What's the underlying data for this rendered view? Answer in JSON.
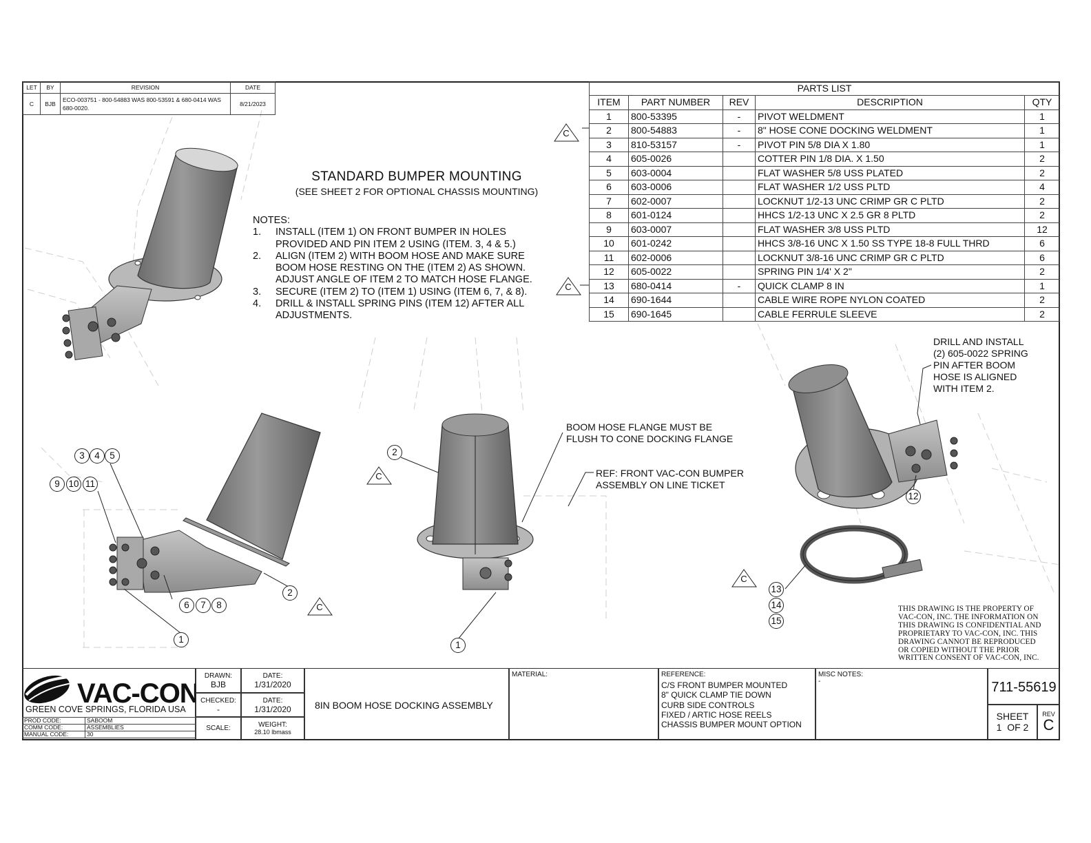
{
  "revision_block": {
    "headers": [
      "LET",
      "BY",
      "REVISION",
      "DATE"
    ],
    "rows": [
      {
        "let": "C",
        "by": "BJB",
        "revision": "ECO-003751 - 800-54883 WAS 800-53591 & 680-0414 WAS 680-0020.",
        "date": "8/21/2023"
      }
    ]
  },
  "parts_list": {
    "title": "PARTS LIST",
    "headers": [
      "ITEM",
      "PART NUMBER",
      "REV",
      "DESCRIPTION",
      "QTY"
    ],
    "rows": [
      {
        "item": "1",
        "part": "800-53395",
        "rev": "-",
        "desc": "PIVOT WELDMENT",
        "qty": "1"
      },
      {
        "item": "2",
        "part": "800-54883",
        "rev": "-",
        "desc": "8\" HOSE CONE DOCKING WELDMENT",
        "qty": "1"
      },
      {
        "item": "3",
        "part": "810-53157",
        "rev": "-",
        "desc": "PIVOT PIN 5/8 DIA X 1.80",
        "qty": "1"
      },
      {
        "item": "4",
        "part": "605-0026",
        "rev": "",
        "desc": "COTTER PIN 1/8 DIA. X 1.50",
        "qty": "2"
      },
      {
        "item": "5",
        "part": "603-0004",
        "rev": "",
        "desc": "FLAT WASHER 5/8 USS PLATED",
        "qty": "2"
      },
      {
        "item": "6",
        "part": "603-0006",
        "rev": "",
        "desc": "FLAT WASHER 1/2 USS PLTD",
        "qty": "4"
      },
      {
        "item": "7",
        "part": "602-0007",
        "rev": "",
        "desc": "LOCKNUT 1/2-13 UNC CRIMP GR C PLTD",
        "qty": "2"
      },
      {
        "item": "8",
        "part": "601-0124",
        "rev": "",
        "desc": "HHCS 1/2-13 UNC X 2.5 GR 8 PLTD",
        "qty": "2"
      },
      {
        "item": "9",
        "part": "603-0007",
        "rev": "",
        "desc": "FLAT WASHER 3/8 USS PLTD",
        "qty": "12"
      },
      {
        "item": "10",
        "part": "601-0242",
        "rev": "",
        "desc": "HHCS 3/8-16 UNC X 1.50 SS TYPE 18-8 FULL THRD",
        "qty": "6"
      },
      {
        "item": "11",
        "part": "602-0006",
        "rev": "",
        "desc": "LOCKNUT 3/8-16 UNC CRIMP GR C PLTD",
        "qty": "6"
      },
      {
        "item": "12",
        "part": "605-0022",
        "rev": "",
        "desc": "SPRING PIN 1/4' X 2\"",
        "qty": "2"
      },
      {
        "item": "13",
        "part": "680-0414",
        "rev": "-",
        "desc": "QUICK CLAMP 8 IN",
        "qty": "1"
      },
      {
        "item": "14",
        "part": "690-1644",
        "rev": "",
        "desc": "CABLE WIRE ROPE NYLON COATED",
        "qty": "2"
      },
      {
        "item": "15",
        "part": "690-1645",
        "rev": "",
        "desc": "CABLE FERRULE SLEEVE",
        "qty": "2"
      }
    ]
  },
  "heading": {
    "title": "STANDARD BUMPER MOUNTING",
    "subtitle": "(SEE SHEET 2 FOR OPTIONAL CHASSIS MOUNTING)"
  },
  "notes": {
    "label": "NOTES:",
    "items": [
      {
        "num": "1.",
        "text": "INSTALL (ITEM 1) ON FRONT BUMPER IN HOLES\nPROVIDED AND PIN ITEM 2 USING (ITEM. 3, 4 & 5.)"
      },
      {
        "num": "2.",
        "text": "ALIGN (ITEM 2) WITH BOOM HOSE AND MAKE SURE\nBOOM HOSE RESTING ON THE (ITEM 2) AS SHOWN.\nADJUST ANGLE OF ITEM 2 TO MATCH HOSE FLANGE."
      },
      {
        "num": "3.",
        "text": "SECURE (ITEM 2) TO (ITEM 1) USING (ITEM 6, 7, & 8)."
      },
      {
        "num": "4.",
        "text": "DRILL & INSTALL SPRING PINS (ITEM 12) AFTER ALL\nADJUSTMENTS."
      }
    ]
  },
  "callouts": {
    "flange_note": "BOOM HOSE FLANGE MUST BE\nFLUSH TO CONE DOCKING FLANGE",
    "ref_note": "REF: FRONT VAC-CON BUMPER\nASSEMBLY ON LINE TICKET",
    "drill_note": "DRILL AND INSTALL\n(2) 605-0022 SPRING\nPIN AFTER BOOM\nHOSE IS ALIGNED\nWITH ITEM 2."
  },
  "balloons": {
    "b3": "3",
    "b4": "4",
    "b5": "5",
    "b9": "9",
    "b10": "10",
    "b11": "11",
    "b6": "6",
    "b7": "7",
    "b8": "8",
    "b1a": "1",
    "b2a": "2",
    "b2b": "2",
    "b1b": "1",
    "b12": "12",
    "b13": "13",
    "b14": "14",
    "b15": "15"
  },
  "revision_marker": "C",
  "proprietary_notice": "THIS DRAWING IS THE PROPERTY OF\nVAC-CON, INC.  THE INFORMATION ON\nTHIS DRAWING IS CONFIDENTIAL AND\nPROPRIETARY TO VAC-CON, INC.  THIS\nDRAWING CANNOT BE REPRODUCED\nOR COPIED WITHOUT THE PRIOR\nWRITTEN CONSENT OF VAC-CON, INC.",
  "title_block": {
    "company": "VAC-CON",
    "location": "GREEN COVE SPRINGS, FLORIDA USA",
    "codes": [
      {
        "label": "PROD CODE:",
        "value": "SABOOM"
      },
      {
        "label": "COMM CODE:",
        "value": "ASSEMBLIES"
      },
      {
        "label": "MANUAL CODE:",
        "value": "30"
      }
    ],
    "drawn_label": "DRAWN:",
    "drawn_value": "BJB",
    "drawn_date_label": "DATE:",
    "drawn_date": "1/31/2020",
    "checked_label": "CHECKED:",
    "checked_value": "-",
    "checked_date_label": "DATE:",
    "checked_date": "1/31/2020",
    "scale_label": "SCALE:",
    "weight_label": "WEIGHT:",
    "weight_value": "28.10 lbmass",
    "drawing_title": "8IN BOOM HOSE DOCKING ASSEMBLY",
    "material_label": "MATERIAL:",
    "reference_label": "REFERENCE:",
    "reference_lines": "C/S FRONT BUMPER MOUNTED\n8\" QUICK CLAMP TIE DOWN\nCURB SIDE CONTROLS\nFIXED / ARTIC HOSE REELS\nCHASSIS BUMPER MOUNT OPTION",
    "misc_label": "MISC NOTES:",
    "misc_value": "-",
    "drawing_number": "711-55619",
    "sheet_label": "SHEET",
    "sheet_value": "1  OF 2",
    "rev_label": "REV",
    "rev_value": "C"
  }
}
